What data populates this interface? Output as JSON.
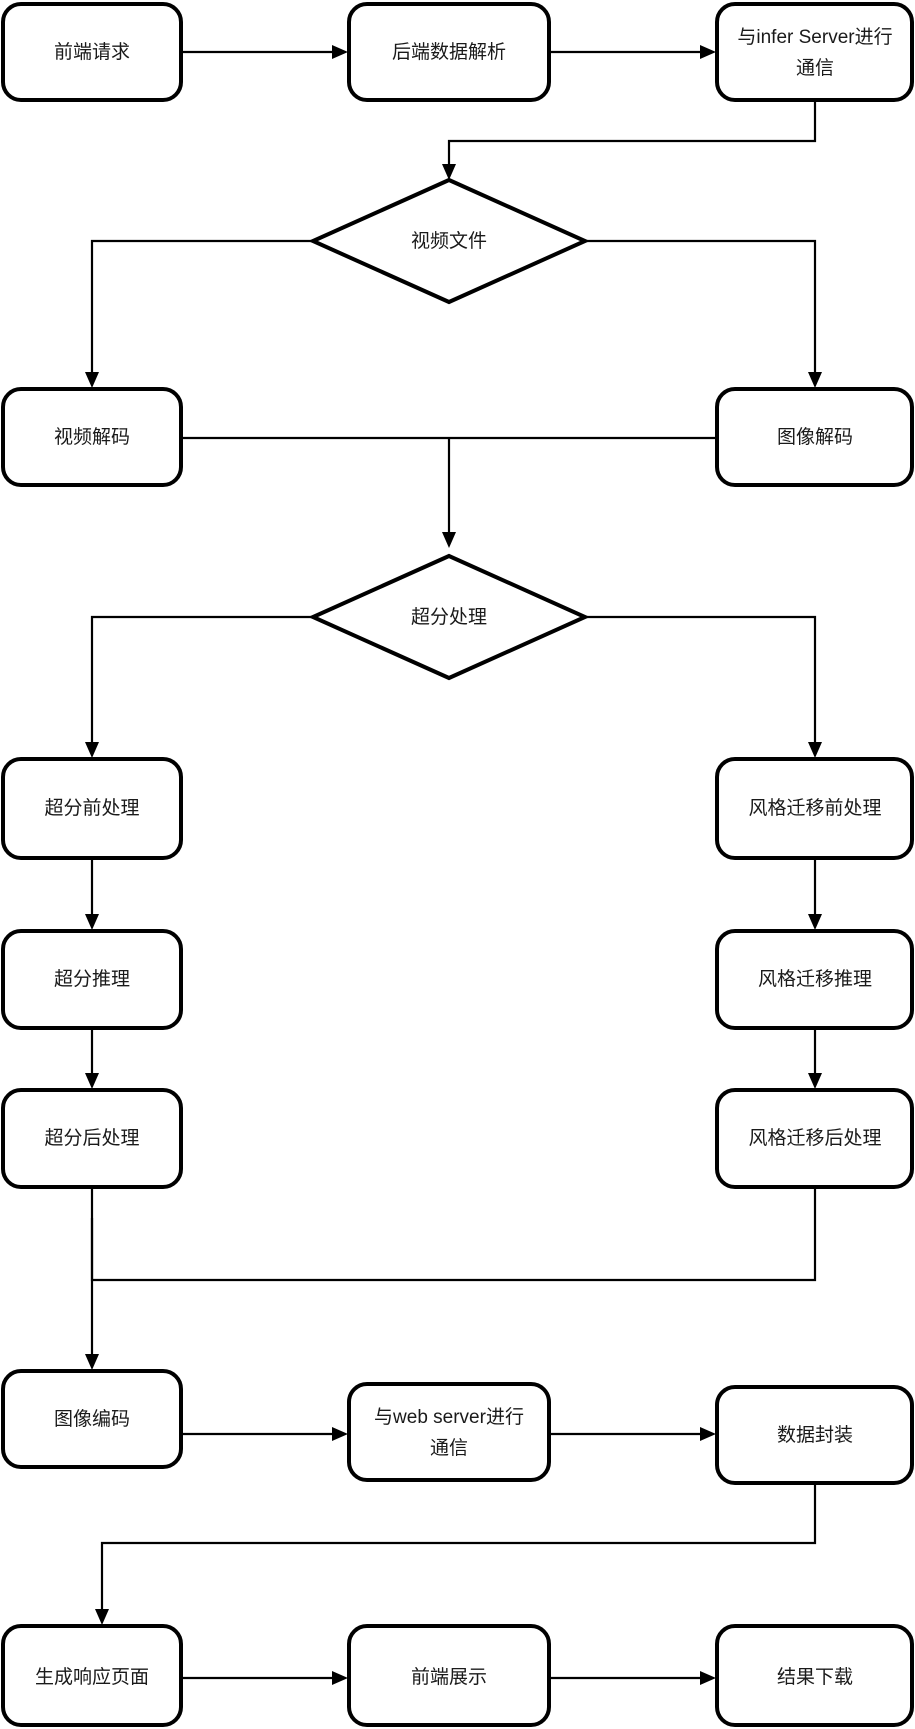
{
  "diagram": {
    "title": "",
    "type": "flowchart",
    "colors": {
      "background": "#ffffff",
      "node_stroke": "#000000",
      "node_fill": "#ffffff",
      "edge_stroke": "#000000",
      "text": "#1a1a1a"
    },
    "nodes": [
      {
        "id": "n1",
        "shape": "rounded-rect",
        "lines": [
          "前端请求"
        ]
      },
      {
        "id": "n2",
        "shape": "rounded-rect",
        "lines": [
          "后端数据解析"
        ]
      },
      {
        "id": "n3",
        "shape": "rounded-rect",
        "lines": [
          "与infer Server进行",
          "通信"
        ]
      },
      {
        "id": "d1",
        "shape": "diamond",
        "lines": [
          "视频文件"
        ]
      },
      {
        "id": "n4",
        "shape": "rounded-rect",
        "lines": [
          "视频解码"
        ]
      },
      {
        "id": "n5",
        "shape": "rounded-rect",
        "lines": [
          "图像解码"
        ]
      },
      {
        "id": "d2",
        "shape": "diamond",
        "lines": [
          "超分处理"
        ]
      },
      {
        "id": "n6",
        "shape": "rounded-rect",
        "lines": [
          "超分前处理"
        ]
      },
      {
        "id": "n7",
        "shape": "rounded-rect",
        "lines": [
          "风格迁移前处理"
        ]
      },
      {
        "id": "n8",
        "shape": "rounded-rect",
        "lines": [
          "超分推理"
        ]
      },
      {
        "id": "n9",
        "shape": "rounded-rect",
        "lines": [
          "风格迁移推理"
        ]
      },
      {
        "id": "n10",
        "shape": "rounded-rect",
        "lines": [
          "超分后处理"
        ]
      },
      {
        "id": "n11",
        "shape": "rounded-rect",
        "lines": [
          "风格迁移后处理"
        ]
      },
      {
        "id": "n12",
        "shape": "rounded-rect",
        "lines": [
          "图像编码"
        ]
      },
      {
        "id": "n13",
        "shape": "rounded-rect",
        "lines": [
          "与web server进行",
          "通信"
        ]
      },
      {
        "id": "n14",
        "shape": "rounded-rect",
        "lines": [
          "数据封装"
        ]
      },
      {
        "id": "n15",
        "shape": "rounded-rect",
        "lines": [
          "生成响应页面"
        ]
      },
      {
        "id": "n16",
        "shape": "rounded-rect",
        "lines": [
          "前端展示"
        ]
      },
      {
        "id": "n17",
        "shape": "rounded-rect",
        "lines": [
          "结果下载"
        ]
      }
    ],
    "edges": [
      {
        "from": "n1",
        "to": "n2",
        "label": ""
      },
      {
        "from": "n2",
        "to": "n3",
        "label": ""
      },
      {
        "from": "n3",
        "to": "d1",
        "label": ""
      },
      {
        "from": "d1",
        "to": "n4",
        "label": ""
      },
      {
        "from": "d1",
        "to": "n5",
        "label": ""
      },
      {
        "from": "n4",
        "to": "d2",
        "label": ""
      },
      {
        "from": "n5",
        "to": "d2",
        "label": ""
      },
      {
        "from": "d2",
        "to": "n6",
        "label": ""
      },
      {
        "from": "d2",
        "to": "n7",
        "label": ""
      },
      {
        "from": "n6",
        "to": "n8",
        "label": ""
      },
      {
        "from": "n7",
        "to": "n9",
        "label": ""
      },
      {
        "from": "n8",
        "to": "n10",
        "label": ""
      },
      {
        "from": "n9",
        "to": "n11",
        "label": ""
      },
      {
        "from": "n10",
        "to": "n12",
        "label": ""
      },
      {
        "from": "n11",
        "to": "n12",
        "label": ""
      },
      {
        "from": "n12",
        "to": "n13",
        "label": ""
      },
      {
        "from": "n13",
        "to": "n14",
        "label": ""
      },
      {
        "from": "n14",
        "to": "n15",
        "label": ""
      },
      {
        "from": "n15",
        "to": "n16",
        "label": ""
      },
      {
        "from": "n16",
        "to": "n17",
        "label": ""
      }
    ],
    "labels": {
      "n1_l1": "前端请求",
      "n2_l1": "后端数据解析",
      "n3_l1": "与infer Server进行",
      "n3_l2": "通信",
      "d1_l1": "视频文件",
      "n4_l1": "视频解码",
      "n5_l1": "图像解码",
      "d2_l1": "超分处理",
      "n6_l1": "超分前处理",
      "n7_l1": "风格迁移前处理",
      "n8_l1": "超分推理",
      "n9_l1": "风格迁移推理",
      "n10_l1": "超分后处理",
      "n11_l1": "风格迁移后处理",
      "n12_l1": "图像编码",
      "n13_l1": "与web server进行",
      "n13_l2": "通信",
      "n14_l1": "数据封装",
      "n15_l1": "生成响应页面",
      "n16_l1": "前端展示",
      "n17_l1": "结果下载"
    }
  }
}
